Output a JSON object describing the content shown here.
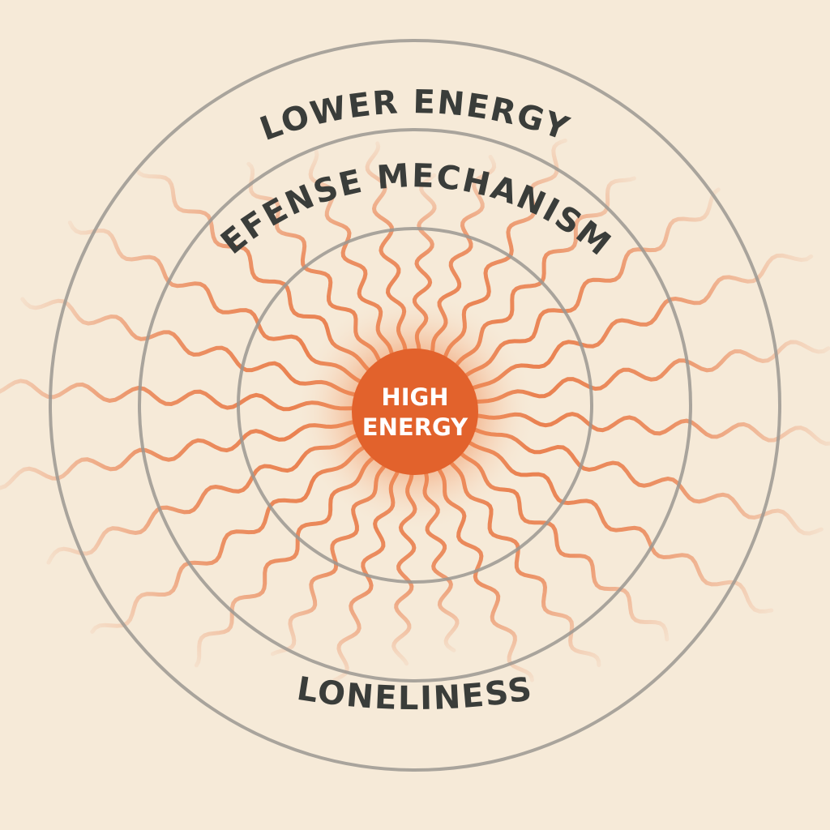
{
  "diagram": {
    "center_label": [
      "HIGH",
      "ENERGY"
    ],
    "ring_labels": {
      "outer": "LOWER ENERGY",
      "middle": "DEFENSE MECHANISMS",
      "bottom": "LONELINESS"
    }
  },
  "colors": {
    "background": "#f6ead8",
    "ring_stroke": "#9b9892",
    "ray": "#e8743f",
    "core": "#e2622c",
    "glow": "#f08a52",
    "text_dark": "#3a3d3a",
    "text_light": "#ffffff"
  },
  "rays": {
    "count": 28
  }
}
